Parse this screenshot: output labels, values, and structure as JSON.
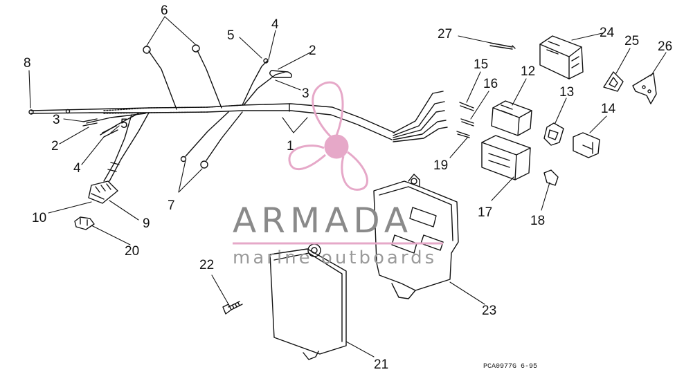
{
  "watermark": {
    "brand": "ARMADA",
    "subtitle": "marine outboards",
    "accent": "#e6a8c8"
  },
  "drawing_code": "PCA0977G   6-95",
  "callouts": [
    {
      "id": "c1",
      "text": "1"
    },
    {
      "id": "c2a",
      "text": "2"
    },
    {
      "id": "c2b",
      "text": "2"
    },
    {
      "id": "c3a",
      "text": "3"
    },
    {
      "id": "c3b",
      "text": "3"
    },
    {
      "id": "c4a",
      "text": "4"
    },
    {
      "id": "c4b",
      "text": "4"
    },
    {
      "id": "c5a",
      "text": "5"
    },
    {
      "id": "c5b",
      "text": "5"
    },
    {
      "id": "c6",
      "text": "6"
    },
    {
      "id": "c7",
      "text": "7"
    },
    {
      "id": "c8",
      "text": "8"
    },
    {
      "id": "c9",
      "text": "9"
    },
    {
      "id": "c10",
      "text": "10"
    },
    {
      "id": "c12",
      "text": "12"
    },
    {
      "id": "c13",
      "text": "13"
    },
    {
      "id": "c14",
      "text": "14"
    },
    {
      "id": "c15",
      "text": "15"
    },
    {
      "id": "c16",
      "text": "16"
    },
    {
      "id": "c17",
      "text": "17"
    },
    {
      "id": "c18",
      "text": "18"
    },
    {
      "id": "c19",
      "text": "19"
    },
    {
      "id": "c20",
      "text": "20"
    },
    {
      "id": "c21",
      "text": "21"
    },
    {
      "id": "c22",
      "text": "22"
    },
    {
      "id": "c23",
      "text": "23"
    },
    {
      "id": "c24",
      "text": "24"
    },
    {
      "id": "c25",
      "text": "25"
    },
    {
      "id": "c26",
      "text": "26"
    },
    {
      "id": "c27",
      "text": "27"
    }
  ]
}
